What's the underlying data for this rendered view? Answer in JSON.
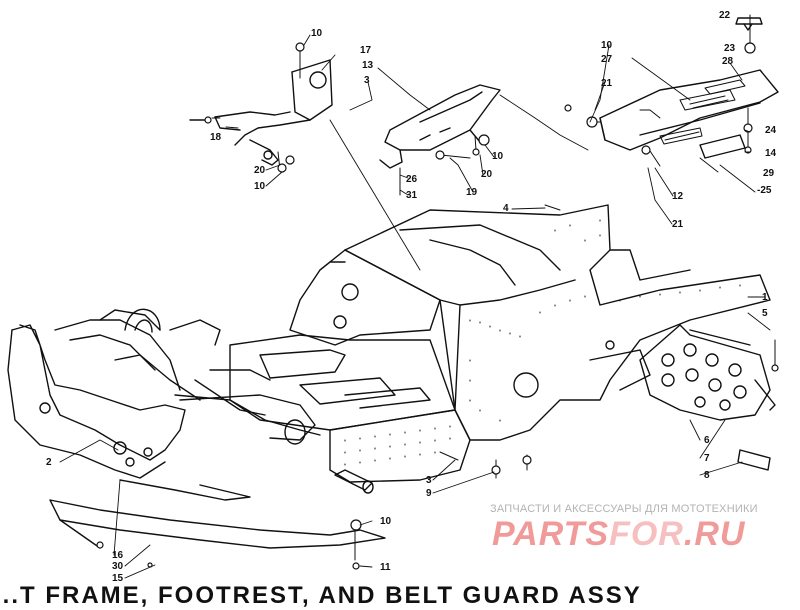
{
  "callouts": {
    "c10a": "10",
    "c17": "17",
    "c13": "13",
    "c3a": "3",
    "c18": "18",
    "c20a": "20",
    "c10b": "10",
    "c26": "26",
    "c31": "31",
    "c19": "19",
    "c20b": "20",
    "c10c": "10",
    "c22": "22",
    "c10d": "10",
    "c27": "27",
    "c23": "23",
    "c28": "28",
    "c21a": "21",
    "c24": "24",
    "c14": "14",
    "c29": "29",
    "c25": "-25",
    "c12": "12",
    "c21b": "21",
    "c4": "4",
    "c1": "1",
    "c5": "5",
    "c6": "6",
    "c7": "7",
    "c8": "8",
    "c3b": "3",
    "c9": "9",
    "c2": "2",
    "c10e": "10",
    "c11": "11",
    "c16": "16",
    "c30": "30",
    "c15": "15"
  },
  "watermark": {
    "subtitle": "ЗАПЧАСТИ И АКСЕССУАРЫ ДЛЯ МОТОТЕХНИКИ",
    "logo_left": "PARTS",
    "logo_mid": "FOR",
    "logo_right": ".RU"
  },
  "caption": "...T FRAME, FOOTREST, AND BELT GUARD ASSY"
}
